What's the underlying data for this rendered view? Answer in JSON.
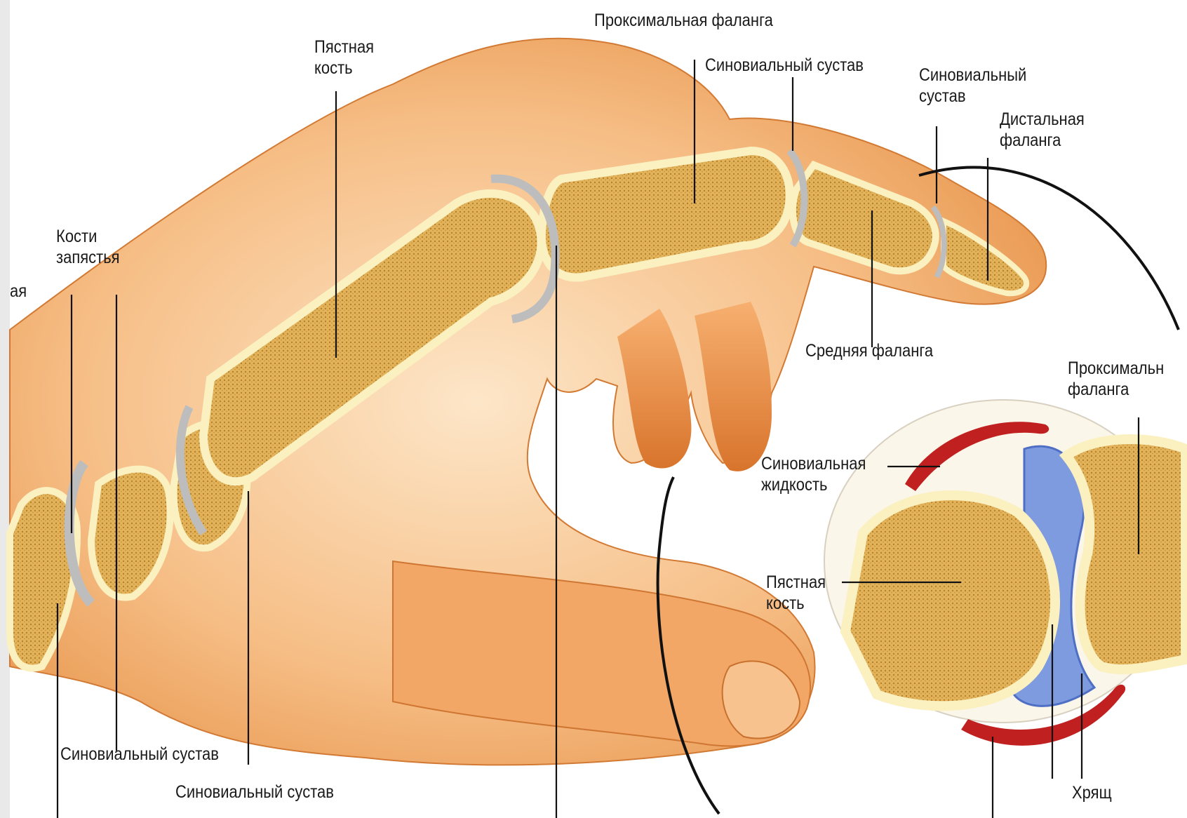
{
  "labels": {
    "proximal_phalanx_top": "Проксимальная фаланга",
    "metacarpal_top": "Пястная\nкость",
    "synovial_joint_top": "Синовиальный сустав",
    "synovial_joint_right": "Синовиальный\nсустав",
    "distal_phalanx": "Дистальная\nфаланга",
    "carpal_bones": "Кости\nзапястья",
    "left_cut": "ая",
    "middle_phalanx": "Средняя фаланга",
    "proximal_phalanx_inset": "Проксимальн\nфаланга",
    "synovial_fluid": "Синовиальная\nжидкость",
    "metacarpal_inset": "Пястная\nкость",
    "synovial_joint_bottom_left": "Синовиальный сустав",
    "synovial_joint_bottom": "Синовиальный сустав",
    "cartilage": "Хрящ"
  },
  "colors": {
    "skin": "#f0a060",
    "skin_light": "#fde2c0",
    "bone_outline": "#fbf0c0",
    "marrow": "#d9a040",
    "cartilage": "#c8c8c8",
    "fluid": "#7f9be0",
    "capsule": "#c02020",
    "leader": "#111111"
  }
}
